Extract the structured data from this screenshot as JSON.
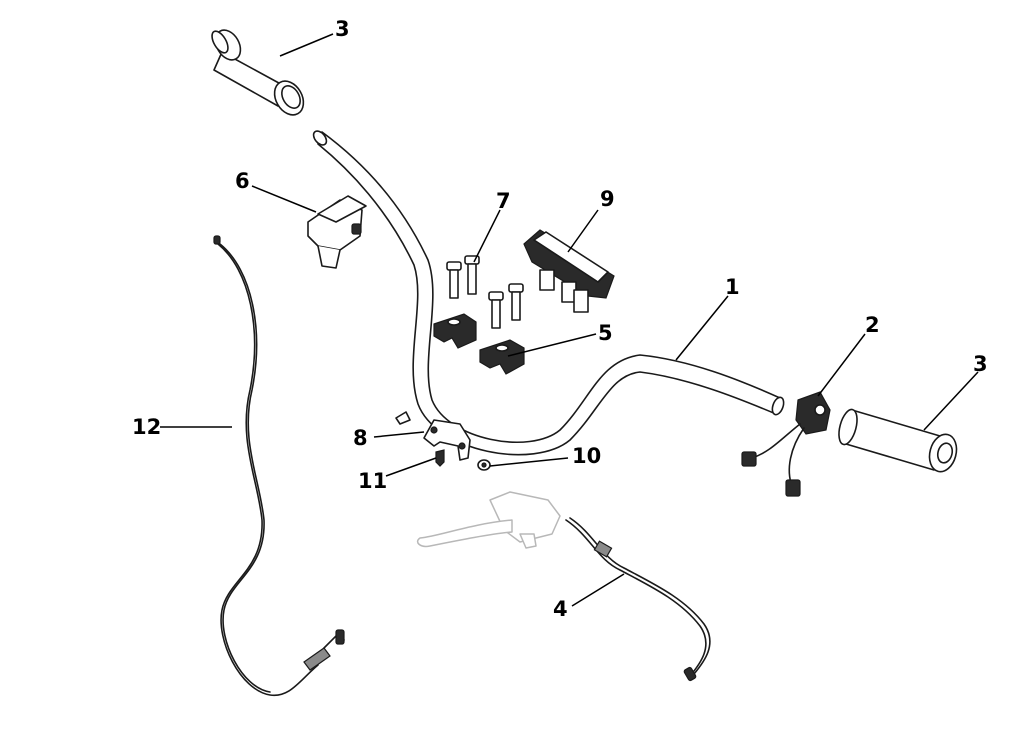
{
  "callouts": {
    "handlebar": "1",
    "switch_right": "2",
    "grip_left": "3",
    "grip_right": "3",
    "cable_4": "4",
    "clamp_upper": "5",
    "switch_left": "6",
    "bolt_7": "7",
    "bracket_8": "8",
    "cover_9": "9",
    "bolt_10": "10",
    "screw_11": "11",
    "cable_12": "12"
  }
}
